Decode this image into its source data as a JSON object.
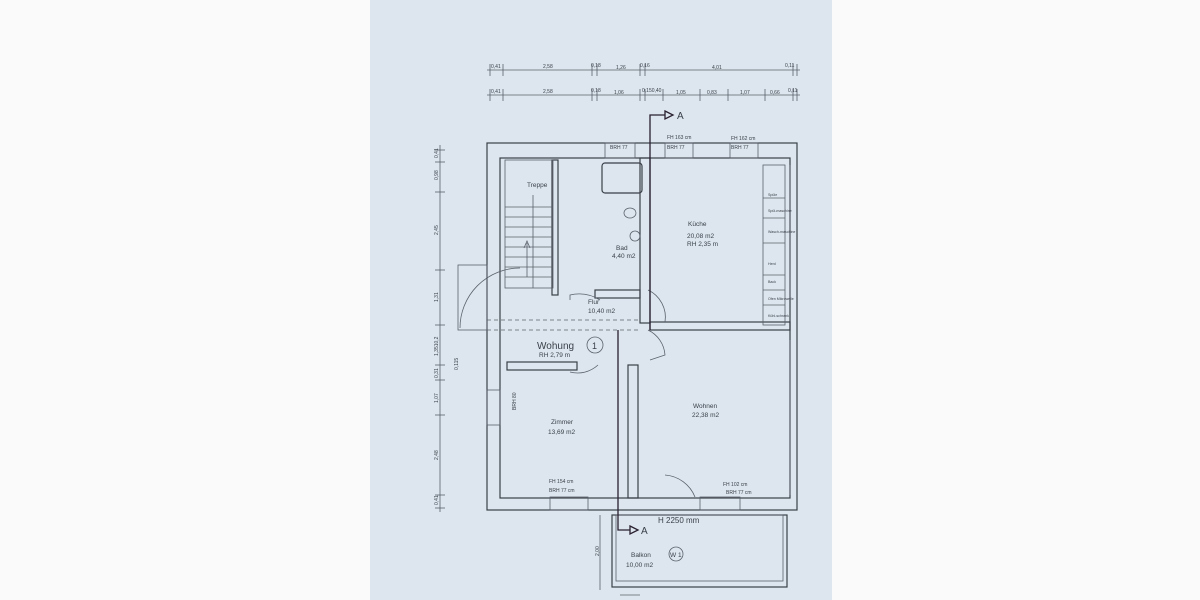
{
  "plan": {
    "dims_top_row1": [
      "0,41",
      "2,58",
      "0,18",
      "1,26",
      "0,16",
      "4,01",
      "0,11"
    ],
    "dims_top_row2": [
      "0,41",
      "2,58",
      "0,18",
      "1,06",
      "0,150,40",
      "1,05",
      "0,83",
      "1,07",
      "0,66",
      "0,11"
    ],
    "dims_left": [
      "0,41",
      "0,98",
      "2,45",
      "1,31",
      "1,3510,2",
      "0,31",
      "1,07",
      "2,48",
      "0,41"
    ],
    "dim_left_inner": "0,115",
    "section_marker": "A",
    "windows": {
      "top1": "BRH 77",
      "top2_fh": "FH 163 cm",
      "top2": "BRH 77",
      "top3_fh": "FH 162 cm",
      "top3": "BRH 77",
      "left": "BRH 80",
      "bottom1_fh": "FH 154 cm",
      "bottom1": "BRH 77 cm",
      "bottom2_fh": "FH 102 cm",
      "bottom2": "BRH 77 cm",
      "door_height": "H 2250 mm"
    },
    "rooms": {
      "treppe": "Treppe",
      "bad_name": "Bad",
      "bad_area": "4,40 m2",
      "kueche_name": "Küche",
      "kueche_area": "20,08 m2",
      "kueche_rh": "RH 2,35 m",
      "flur_name": "Flur",
      "flur_area": "10,40 m2",
      "wohnung_name": "Wohung",
      "wohnung_no": "1",
      "wohnung_rh": "RH 2,79 m",
      "zimmer_name": "Zimmer",
      "zimmer_area": "13,69 m2",
      "wohnen_name": "Wohnen",
      "wohnen_area": "22,38 m2",
      "balkon_name": "Balkon",
      "balkon_tag": "W 1",
      "balkon_area": "10,00 m2",
      "balkon_dim": "2,00"
    },
    "kitchen_units": [
      "Spüle",
      "Spül-maschine",
      "Wasch-maschine",
      "Herd",
      "Back",
      "Ofen Mikrowelle",
      "Kühl-schrank"
    ]
  }
}
